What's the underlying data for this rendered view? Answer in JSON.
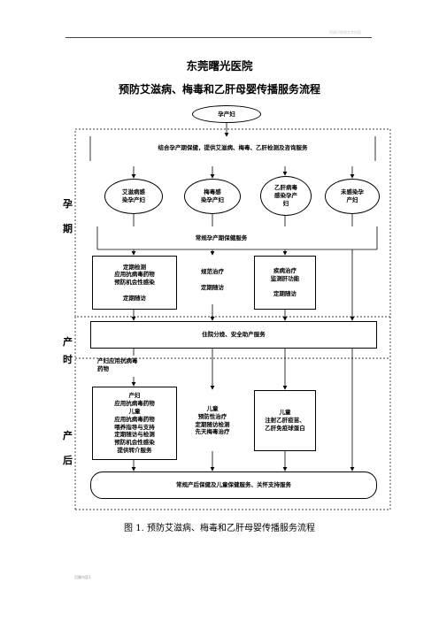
{
  "header_mark": "页眉可修改文字内容",
  "title": "东莞曙光医院",
  "subtitle": "预防艾滋病、梅毒和乙肝母婴传播服务流程",
  "start_node": "孕产妇",
  "prenatal_service": "结合孕产期保健，提供艾滋病、梅毒、乙肝检测及咨询服务",
  "categories": [
    {
      "label": "艾滋病感\n染孕产妇"
    },
    {
      "label": "梅毒感\n染孕产妇"
    },
    {
      "label": "乙肝病毒\n感染孕产\n妇"
    },
    {
      "label": "未感染孕\n产妇"
    }
  ],
  "routine_prenatal": "常规孕产期保健服务",
  "prenatal_boxes": {
    "hiv": "定期检测\n应用抗病毒药物\n预防机会性感染\n\n定期随访",
    "syphilis": "规范治疗\n\n定期随访",
    "hepb": "疾病治疗\n监测肝功能\n\n定期随访"
  },
  "delivery_service": "住院分娩、安全助产服务",
  "delivery_note": "产妇应用抗病毒\n药物",
  "postpartum_boxes": {
    "hiv": "产妇\n应用抗病毒药物\n儿童\n应用抗病毒药物\n喂养指导与支持\n定期随访与检测\n预防机会性感染\n提供转介服务",
    "syphilis": "儿童\n预防性治疗\n定期随访检测\n先天梅毒治疗",
    "hepb": "儿童\n注射乙肝疫苗、\n乙肝免疫球蛋白"
  },
  "postpartum_service": "常规产后保健及儿童保健服务、关怀支持服务",
  "stages": {
    "pregnancy": [
      "孕",
      "期"
    ],
    "delivery": [
      "产",
      "时"
    ],
    "postpartum": [
      "产",
      "后"
    ]
  },
  "caption": "图 1.  预防艾滋病、梅毒和乙肝母婴传播服务流程",
  "footer": "页脚内容1"
}
